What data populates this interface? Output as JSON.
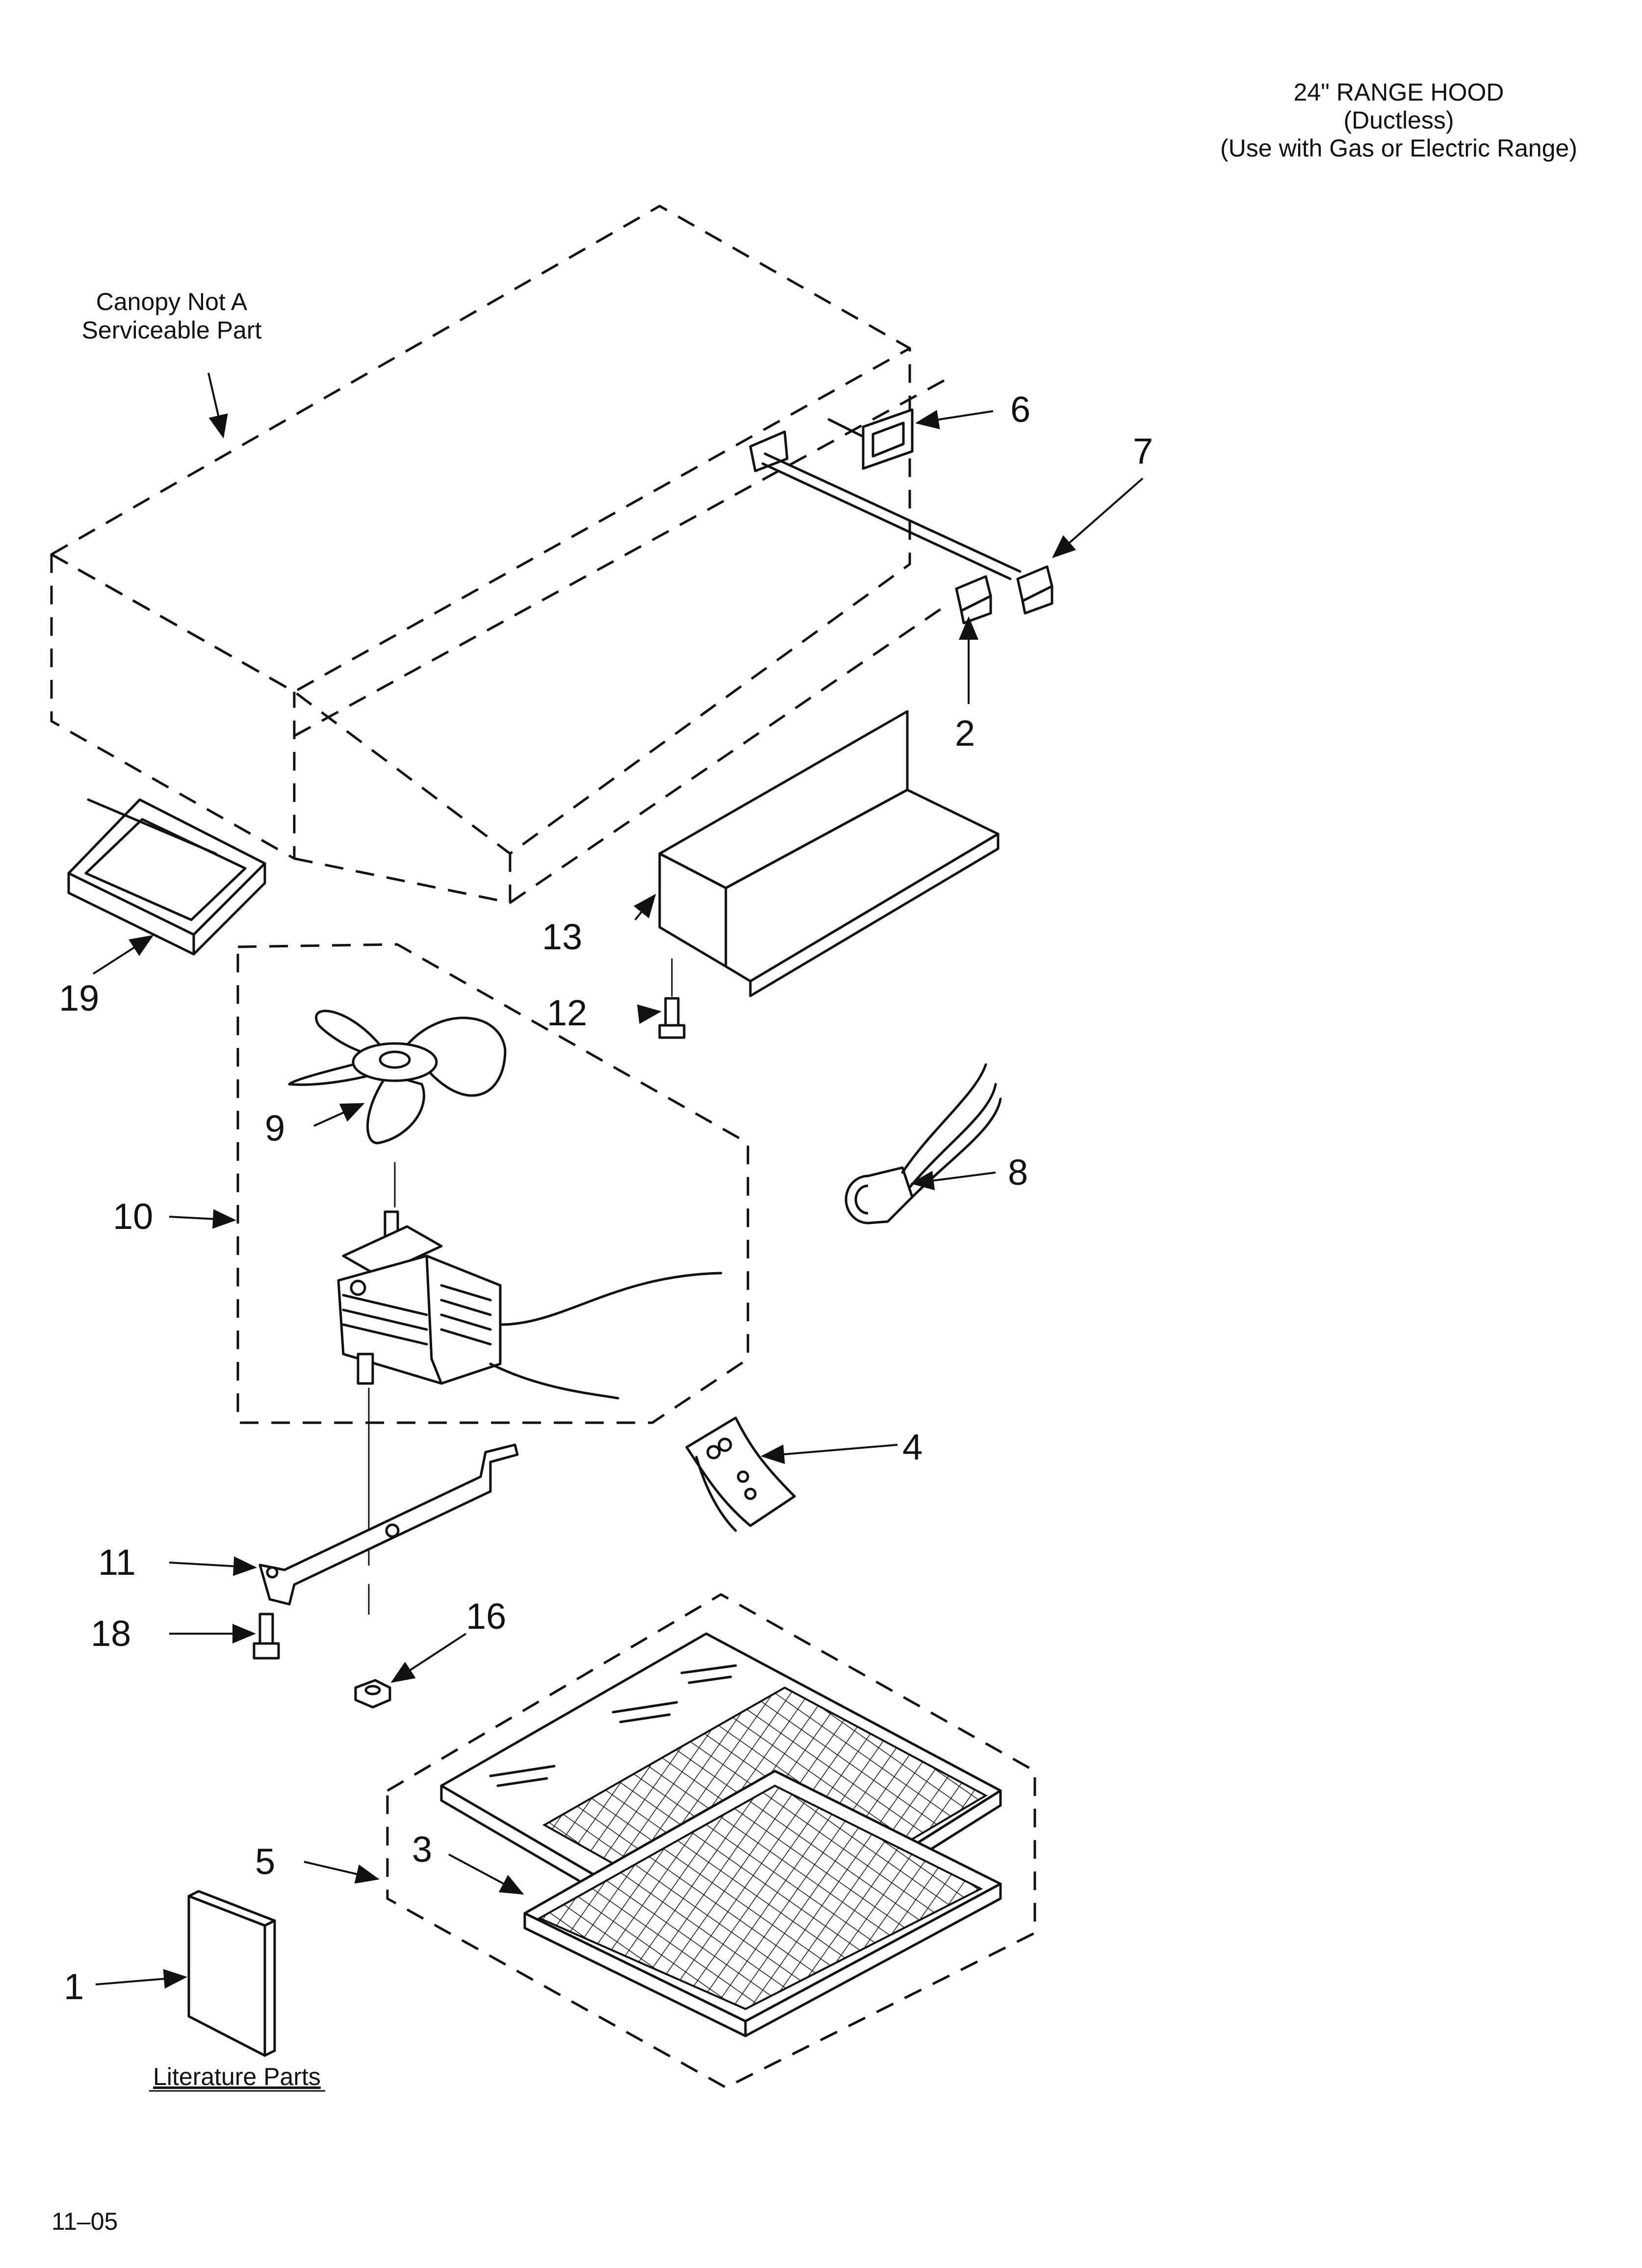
{
  "header": {
    "line1": "24\" RANGE HOOD",
    "line2": "(Ductless)",
    "line3": "(Use with Gas or Electric Range)"
  },
  "notes": {
    "canopy_line1": "Canopy Not A",
    "canopy_line2": "Serviceable Part",
    "literature": "Literature Parts"
  },
  "footer": {
    "code": "11–05"
  },
  "callouts": {
    "c1": "1",
    "c2": "2",
    "c3": "3",
    "c4": "4",
    "c5": "5",
    "c6": "6",
    "c7": "7",
    "c8": "8",
    "c9": "9",
    "c10": "10",
    "c11": "11",
    "c12": "12",
    "c13": "13",
    "c16": "16",
    "c18": "18",
    "c19": "19"
  }
}
